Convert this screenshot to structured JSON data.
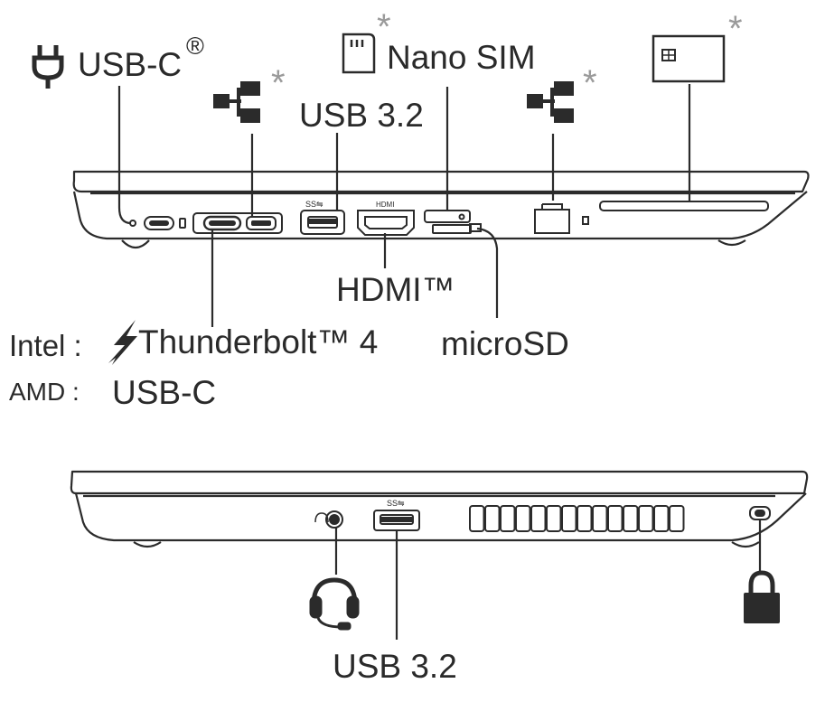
{
  "labels": {
    "usbc_power": "USB-C",
    "registered_mark": "®",
    "usb32_top": "USB 3.2",
    "nano_sim": "Nano SIM",
    "hdmi": "HDMI™",
    "microsd": "microSD",
    "intel_prefix": "Intel :",
    "thunderbolt": "Thunderbolt™ 4",
    "amd_prefix": "AMD :",
    "amd_usbc": "USB-C",
    "usb32_bottom": "USB 3.2",
    "optional_mark": "*"
  },
  "port_markings": {
    "superspeed": "SS⇋",
    "hdmi_small": "HDMI"
  },
  "icons": [
    "power-plug-icon",
    "network-ethernet-icon",
    "sim-card-icon",
    "smart-card-icon",
    "thunderbolt-icon",
    "headset-icon",
    "lock-icon"
  ],
  "colors": {
    "ink": "#2b2b2b",
    "optional_star": "#9a9a9a"
  }
}
